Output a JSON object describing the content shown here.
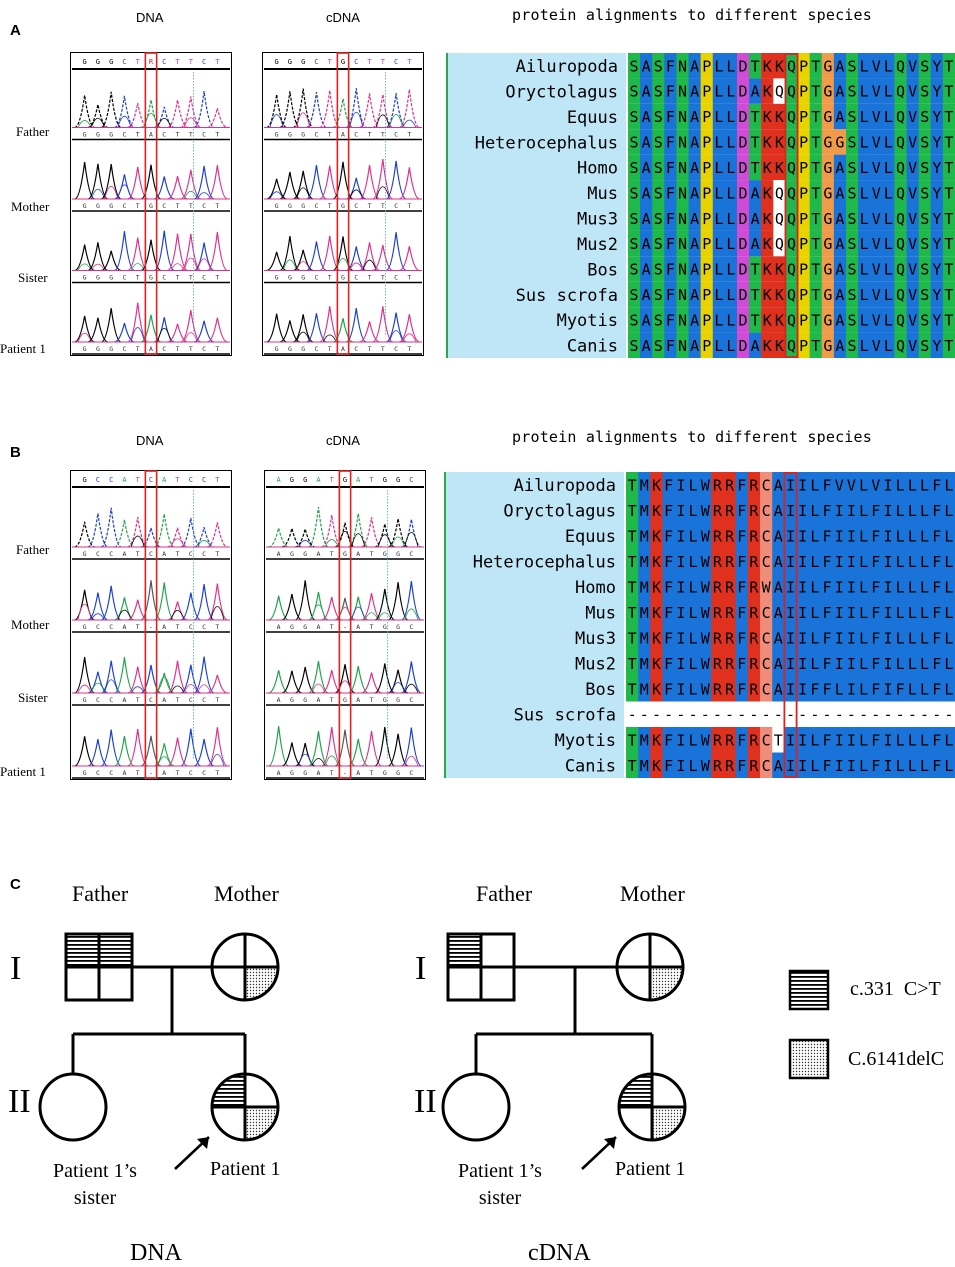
{
  "panel_a": {
    "label": "A",
    "dna_header": "DNA",
    "cdna_header": "cDNA",
    "align_header": "protein alignments to different species",
    "rows": [
      "Father",
      "Mother",
      "Sister",
      "Patient 1"
    ],
    "dna_bases": [
      "G G G C T R C T T C T",
      "G G G C T A C T T C T",
      "G G G C T G C T T C T",
      "G G G C T G C T T C T",
      "G G G C T A C T T C T"
    ],
    "cdna_bases": [
      "G G G C T G C T T C T",
      "G G G C T A C T T C T",
      "G G G C T G C T T C T",
      "G G G C T G C T T C T",
      "G G G C T A C T T C T"
    ],
    "species": [
      "Ailuropoda",
      "Oryctolagus",
      "Equus",
      "Heterocephalus",
      "Homo",
      "Mus",
      "Mus3",
      "Mus2",
      "Bos",
      "Sus scrofa",
      "Myotis",
      "Canis"
    ],
    "sequences": [
      "SASFNAPLLDTKKQPTGASLVLQVSYT",
      "SASFNAPLLDAKQQPTGASLVLQVSYT",
      "SASFNAPLLDTKKQPTGASLVLQVSYT",
      "SASFNAPLLDTKKQPTGGSLVLQVSYT",
      "SASFNAPLLDTKKQPTGASLVLQVSYT",
      "SASFNAPLLDAKQQPTGASLVLQVSYT",
      "SASFNAPLLDAKQQPTGASLVLQVSYT",
      "SASFNAPLLDAKQQPTGASLVLQVSYT",
      "SASFNAPLLDTKKQPTGASLVLQVSYT",
      "SASFNAPLLDTKKQPTGASLVLQVSYT",
      "SASFNAPLLDTKKQPTGASLVLQVSYT",
      "SASFNAPLLDAKKQPTGASLVLQVSYT"
    ]
  },
  "panel_b": {
    "label": "B",
    "dna_header": "DNA",
    "cdna_header": "cDNA",
    "align_header": "protein alignments to different species",
    "rows": [
      "Father",
      "Mother",
      "Sister",
      "Patient 1"
    ],
    "dna_bases": [
      "G C C A T C A T C C T",
      "G C C A T C A T C C T",
      "G C C A T - A T C C T",
      "G C C A T C A T C C T",
      "G C C A T - A T C C T"
    ],
    "cdna_bases": [
      "A G G A T G A T G G C",
      "A G G A T G A T G G C",
      "A G G A T - A T G G C",
      "A G G A T G A T G G C",
      "A G G A T - A T G G C"
    ],
    "species": [
      "Ailuropoda",
      "Oryctolagus",
      "Equus",
      "Heterocephalus",
      "Homo",
      "Mus",
      "Mus3",
      "Mus2",
      "Bos",
      "Sus scrofa",
      "Myotis",
      "Canis"
    ],
    "sequences": [
      "TMKFILWRRFRCAIILFVVLVILLLFL",
      "TMKFILWRRFRCAIILFIILFILLLFL",
      "TMKFILWRRFRCAIILFIILFILLLFL",
      "TMKFILWRRFRCAIILFIILFILLLFL",
      "TMKFILWRRFRWAIILFIILFILLLFL",
      "TMKFILWRRFRCAIILFIILFILLLFL",
      "TMKFILWRRFRCAIILFIILFILLLFL",
      "TMKFILWRRFRCAIILFIILFILLLFL",
      "TMKFILWRRFRCAIIFFLILFIFLLFL",
      "---------------------------",
      "TMKFILWRRFRCTIILFIILFILLLFL",
      "TMKFILWRRFRCAIILFIILFILLLFL"
    ]
  },
  "panel_c": {
    "label": "C",
    "father": "Father",
    "mother": "Mother",
    "gen1": "I",
    "gen2": "II",
    "sister": "Patient 1’s\nsister",
    "patient": "Patient 1",
    "left_caption": "DNA",
    "right_caption": "cDNA",
    "legend": [
      {
        "pattern": "stripes",
        "label": "c.331  C>T"
      },
      {
        "pattern": "dots",
        "label": "C.6141delC"
      }
    ]
  },
  "colors": {
    "alignment_bg": "#bfe6f7",
    "blue": "#1a73d9",
    "green": "#1fb84a",
    "red": "#e0301e",
    "salmon": "#f08c7a",
    "yellow": "#e8d200",
    "magenta": "#d04bd6",
    "orange": "#ef9b4a",
    "highlight_box": "#e02020"
  }
}
